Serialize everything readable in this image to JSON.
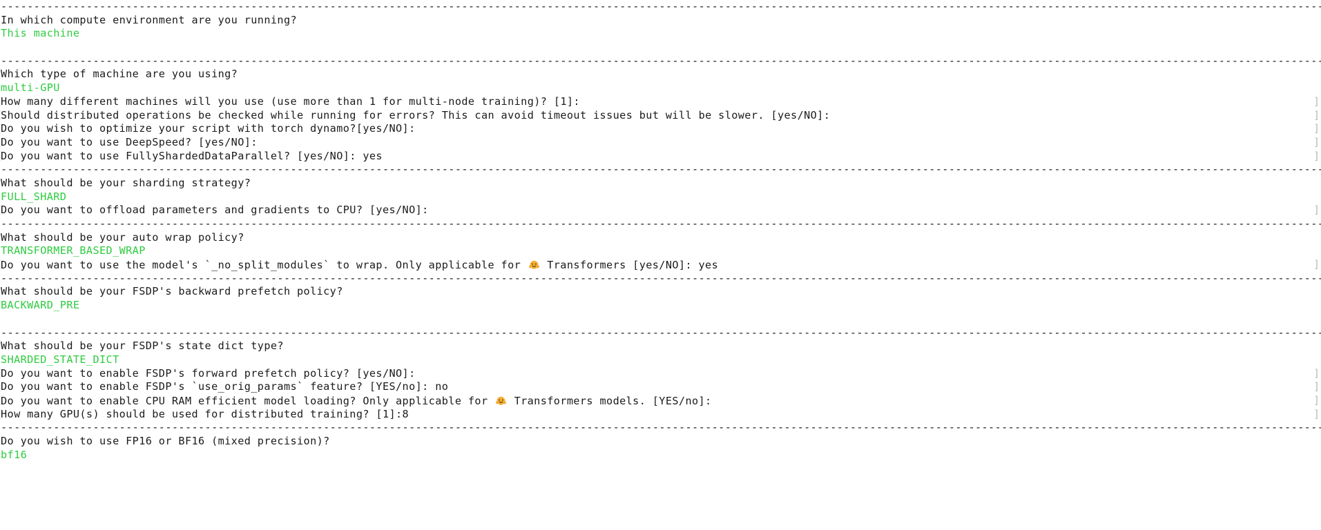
{
  "terminal": {
    "program": "accelerate config",
    "colors": {
      "background": "#ffffff",
      "text": "#1b1b1b",
      "answer_green": "#2ecc40",
      "faint_bracket": "#b9b9b9",
      "emoji_yellow": "#f8b133"
    },
    "rule": "--------------------------------------------------------------------------------------------------------------------------------------------------------------------------------------------------------------------------------------------",
    "icons": {
      "hugging_face": "hugging-face-emoji"
    },
    "lines": [
      {
        "kind": "rule"
      },
      {
        "kind": "question",
        "text": "In which compute environment are you running?"
      },
      {
        "kind": "answer",
        "text": "This machine"
      },
      {
        "kind": "blank"
      },
      {
        "kind": "rule"
      },
      {
        "kind": "question",
        "text": "Which type of machine are you using?"
      },
      {
        "kind": "answer",
        "text": "multi-GPU"
      },
      {
        "kind": "prompt",
        "text": "How many different machines will you use (use more than 1 for multi-node training)? [1]:"
      },
      {
        "kind": "prompt",
        "text": "Should distributed operations be checked while running for errors? This can avoid timeout issues but will be slower. [yes/NO]:"
      },
      {
        "kind": "prompt",
        "text": "Do you wish to optimize your script with torch dynamo?[yes/NO]:"
      },
      {
        "kind": "prompt",
        "text": "Do you want to use DeepSpeed? [yes/NO]:"
      },
      {
        "kind": "prompt",
        "text": "Do you want to use FullyShardedDataParallel? [yes/NO]: yes"
      },
      {
        "kind": "rule"
      },
      {
        "kind": "question",
        "text": "What should be your sharding strategy?"
      },
      {
        "kind": "answer",
        "text": "FULL_SHARD"
      },
      {
        "kind": "prompt",
        "text": "Do you want to offload parameters and gradients to CPU? [yes/NO]:"
      },
      {
        "kind": "rule"
      },
      {
        "kind": "question",
        "text": "What should be your auto wrap policy?"
      },
      {
        "kind": "answer",
        "text": "TRANSFORMER_BASED_WRAP"
      },
      {
        "kind": "prompt-emoji",
        "before": "Do you want to use the model's `_no_split_modules` to wrap. Only applicable for ",
        "after": " Transformers [yes/NO]: yes"
      },
      {
        "kind": "rule"
      },
      {
        "kind": "question",
        "text": "What should be your FSDP's backward prefetch policy?"
      },
      {
        "kind": "answer",
        "text": "BACKWARD_PRE"
      },
      {
        "kind": "blank"
      },
      {
        "kind": "rule"
      },
      {
        "kind": "question",
        "text": "What should be your FSDP's state dict type?"
      },
      {
        "kind": "answer",
        "text": "SHARDED_STATE_DICT"
      },
      {
        "kind": "prompt",
        "text": "Do you want to enable FSDP's forward prefetch policy? [yes/NO]:"
      },
      {
        "kind": "prompt",
        "text": "Do you want to enable FSDP's `use_orig_params` feature? [YES/no]: no"
      },
      {
        "kind": "prompt-emoji",
        "before": "Do you want to enable CPU RAM efficient model loading? Only applicable for ",
        "after": " Transformers models. [YES/no]:"
      },
      {
        "kind": "prompt",
        "text": "How many GPU(s) should be used for distributed training? [1]:8"
      },
      {
        "kind": "rule"
      },
      {
        "kind": "question",
        "text": "Do you wish to use FP16 or BF16 (mixed precision)?"
      },
      {
        "kind": "answer",
        "text": "bf16"
      }
    ]
  }
}
